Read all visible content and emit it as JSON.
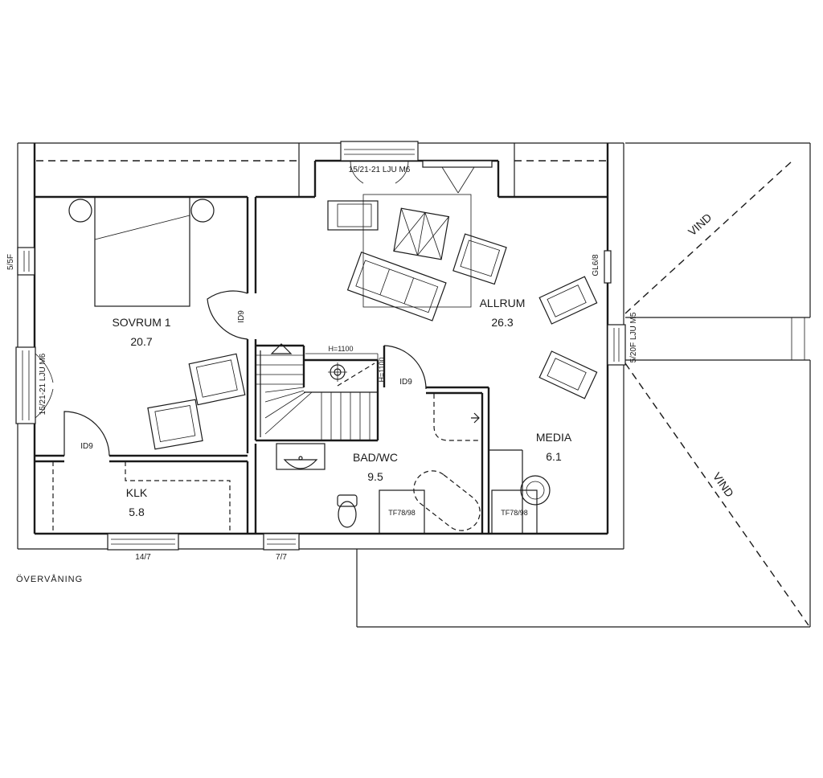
{
  "plan": {
    "floor_label": "ÖVERVÅNING",
    "rooms": [
      {
        "id": "sovrum",
        "name": "SOVRUM 1",
        "area": "20.7"
      },
      {
        "id": "allrum",
        "name": "ALLRUM",
        "area": "26.3"
      },
      {
        "id": "klk",
        "name": "KLK",
        "area": "5.8"
      },
      {
        "id": "bad",
        "name": "BAD/WC",
        "area": "9.5"
      },
      {
        "id": "media",
        "name": "MEDIA",
        "area": "6.1"
      }
    ],
    "windows": {
      "top": "15/21-21 LJU M6",
      "left_upper": "5/5F",
      "left_lower": "15/21-21 LJU M6",
      "bottom_left": "14/7",
      "bottom_mid": "7/7",
      "right_upper": "GL6/8",
      "right_lower": "5/20F LJU M5"
    },
    "doors": {
      "sovrum": "ID9",
      "klk": "ID9",
      "bad": "ID9"
    },
    "heights": {
      "horizontal": "H=1100",
      "vertical": "H=1100"
    },
    "closets": {
      "bad": "TF78/98",
      "media": "TF78/98"
    },
    "attic": {
      "upper": "VIND",
      "lower": "VIND"
    }
  }
}
